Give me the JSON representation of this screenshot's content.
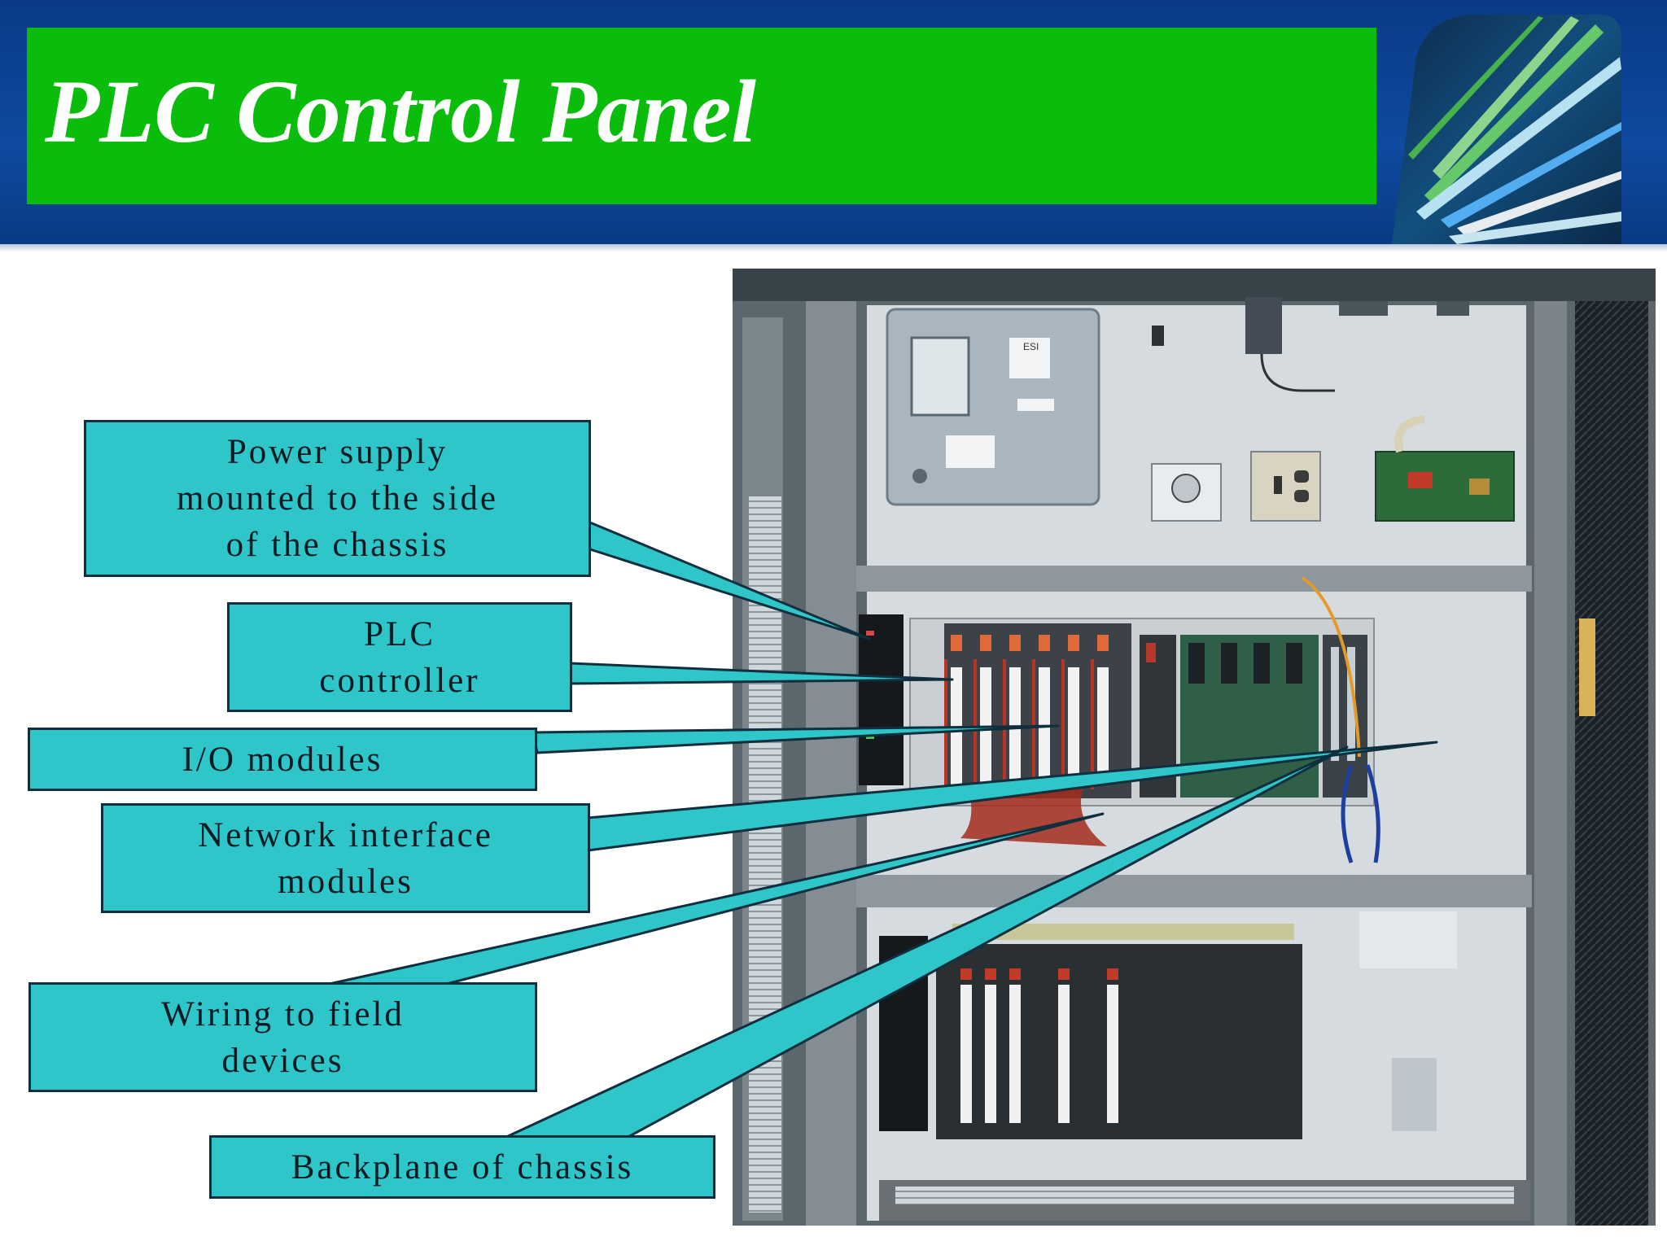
{
  "slide": {
    "title": "PLC Control Panel",
    "callouts": [
      "Power supply\nmounted to the side\nof the chassis",
      "PLC\ncontroller",
      "I/O modules",
      "Network interface\nmodules",
      "Wiring to field\ndevices",
      "Backplane of chassis"
    ],
    "photo": {
      "label_plate": "ESI"
    }
  },
  "colors": {
    "header_blue": "#0e4aa0",
    "title_green": "#0bbd0b",
    "callout_cyan": "#2ec6c9"
  }
}
